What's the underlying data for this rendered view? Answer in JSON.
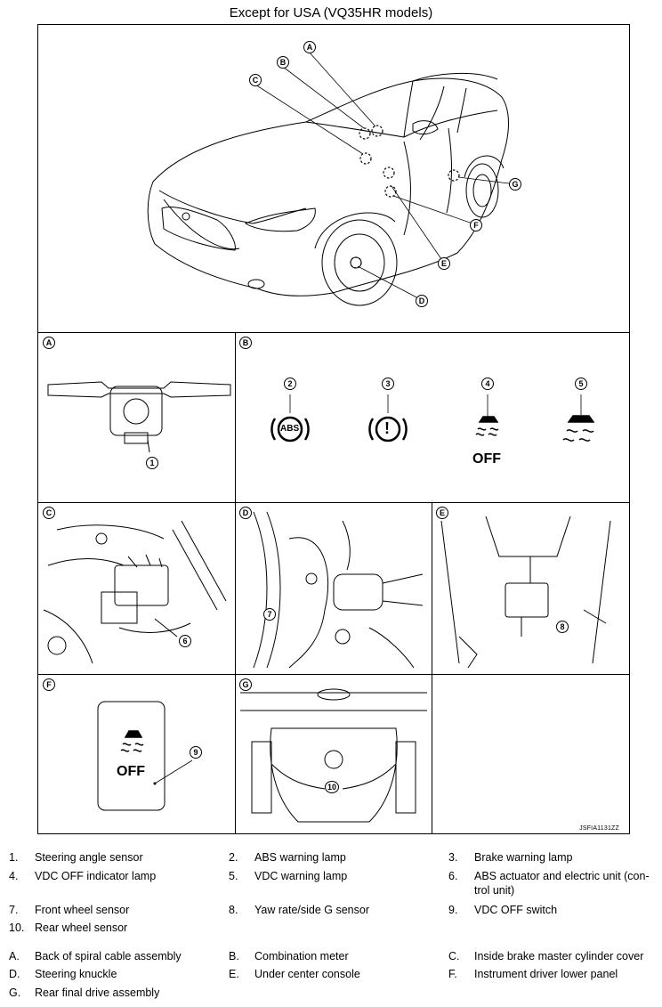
{
  "title": "Except for USA (VQ35HR models)",
  "figure_code": "JSFIA1131ZZ",
  "callouts": {
    "A": "A",
    "B": "B",
    "C": "C",
    "D": "D",
    "E": "E",
    "F": "F",
    "G": "G",
    "n1": "1",
    "n2": "2",
    "n3": "3",
    "n4": "4",
    "n5": "5",
    "n6": "6",
    "n7": "7",
    "n8": "8",
    "n9": "9",
    "n10": "10"
  },
  "lamp_text": {
    "abs": "ABS",
    "brake": "!",
    "vdc_off": "OFF",
    "switch_off": "OFF"
  },
  "legend_numbers": [
    {
      "num": "1.",
      "text": "Steering angle sensor"
    },
    {
      "num": "2.",
      "text": "ABS warning lamp"
    },
    {
      "num": "3.",
      "text": "Brake warning lamp"
    },
    {
      "num": "4.",
      "text": "VDC OFF indicator lamp"
    },
    {
      "num": "5.",
      "text": "VDC warning lamp"
    },
    {
      "num": "6.",
      "text": "ABS actuator and electric unit (con-"
    },
    {
      "num": "",
      "text": "trol unit)"
    },
    {
      "num": "7.",
      "text": "Front wheel sensor"
    },
    {
      "num": "8.",
      "text": "Yaw rate/side G sensor"
    },
    {
      "num": "9.",
      "text": "VDC OFF switch"
    },
    {
      "num": "10.",
      "text": "Rear wheel sensor"
    }
  ],
  "legend_letters": [
    {
      "num": "A.",
      "text": "Back of spiral cable assembly"
    },
    {
      "num": "B.",
      "text": "Combination meter"
    },
    {
      "num": "C.",
      "text": "Inside brake master cylinder cover"
    },
    {
      "num": "D.",
      "text": "Steering knuckle"
    },
    {
      "num": "E.",
      "text": "Under center console"
    },
    {
      "num": "F.",
      "text": "Instrument driver lower panel"
    },
    {
      "num": "G.",
      "text": "Rear final drive assembly"
    }
  ]
}
